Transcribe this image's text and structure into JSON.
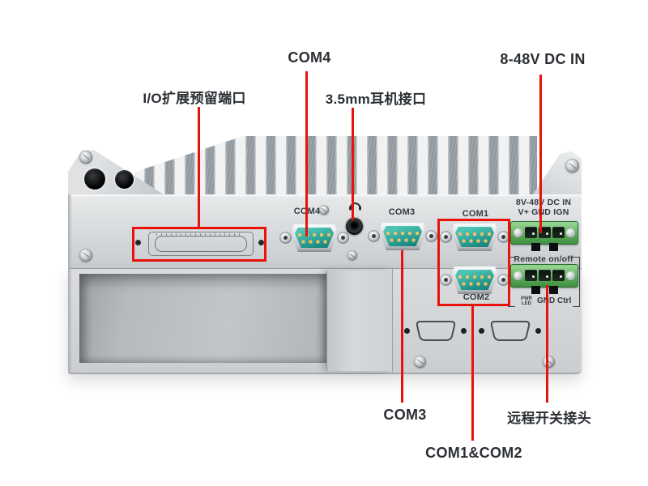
{
  "colors": {
    "annotation_red": "#e8120a",
    "callout_text": "#2b2f34",
    "panel_print_text": "#343a40",
    "db9_insert_teal": "#1a9b91",
    "terminal_block_green": "#55a454",
    "chassis_silver": "#d4d7da"
  },
  "callouts": {
    "top": [
      {
        "id": "io_expansion",
        "label": "I/O扩展预留端口"
      },
      {
        "id": "com4",
        "label": "COM4"
      },
      {
        "id": "headphone_jack",
        "label": "3.5mm耳机接口"
      },
      {
        "id": "dc_in",
        "label": "8-48V DC IN"
      }
    ],
    "bottom": [
      {
        "id": "com3",
        "label": "COM3"
      },
      {
        "id": "com1_com2",
        "label": "COM1&COM2"
      },
      {
        "id": "remote_switch",
        "label": "远程开关接头"
      }
    ]
  },
  "panel_print": {
    "com4": "COM4",
    "com3": "COM3",
    "com1": "COM1",
    "com2": "COM2",
    "dc_row1": "8V-48V DC IN",
    "dc_row2": "V+ GND IGN",
    "remote_group": "Remote on/off",
    "pwr": "PWR",
    "led": "LED",
    "gnd_ctrl": "GND Ctrl"
  },
  "icons": [
    {
      "name": "headphone-icon",
      "represents": "3.5mm audio jack"
    }
  ]
}
